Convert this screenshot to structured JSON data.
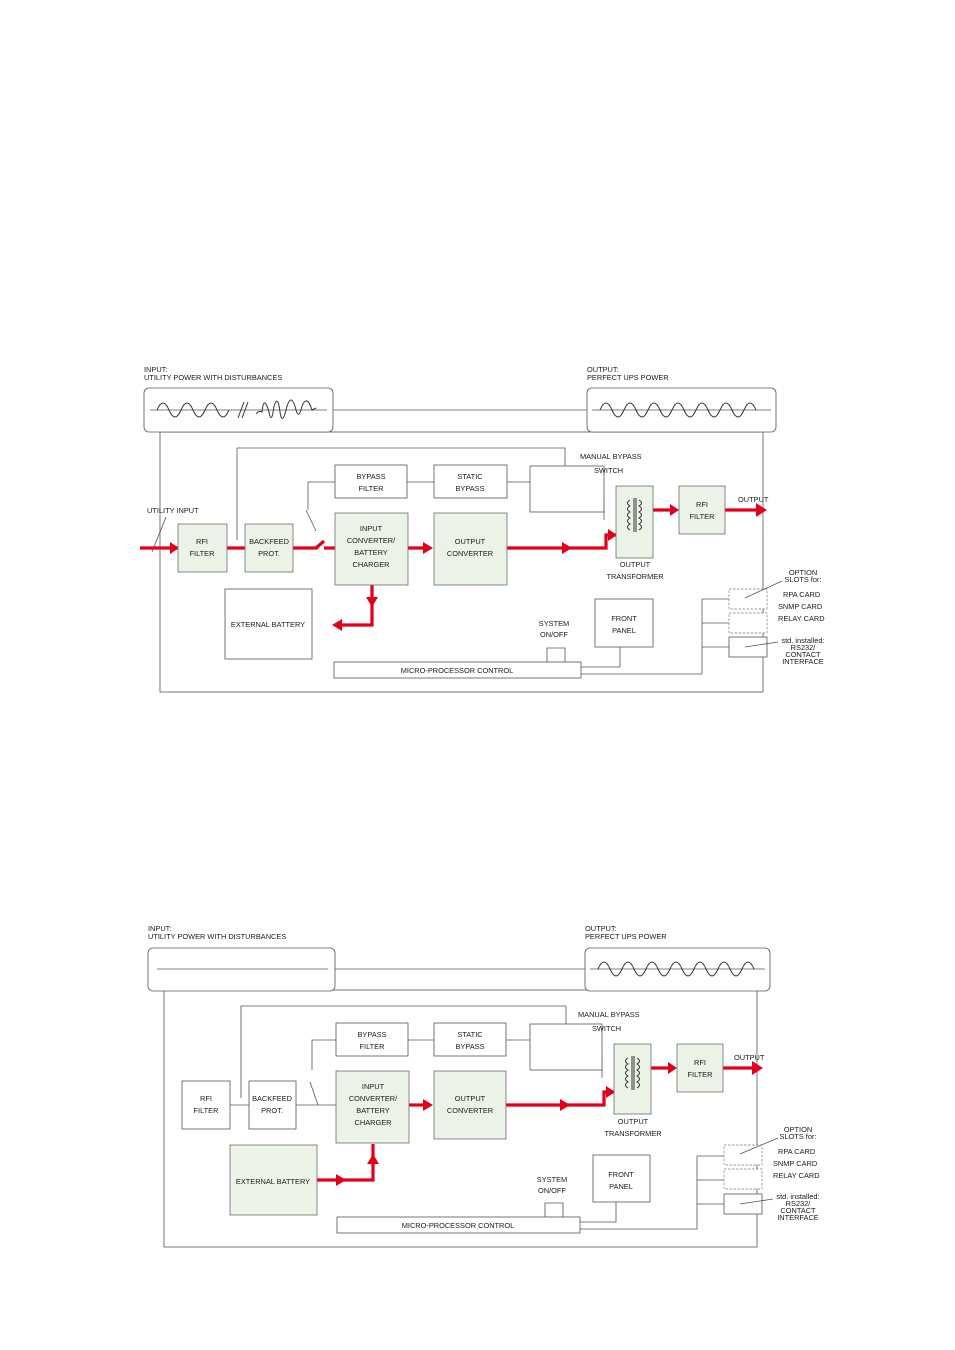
{
  "colors": {
    "power_flow": "#e2001a",
    "block_fill": "#eaf3e6",
    "line": "#555555"
  },
  "diagrams": [
    {
      "mode": "normal",
      "input_title": "INPUT:",
      "input_subtitle": "UTILITY POWER WITH DISTURBANCES",
      "output_title": "OUTPUT:",
      "output_subtitle": "PERFECT UPS POWER",
      "utility_input": "UTILITY INPUT",
      "rfi_filter_in": [
        "RFI",
        "FILTER"
      ],
      "backfeed": [
        "BACKFEED",
        "PROT."
      ],
      "input_converter": [
        "INPUT",
        "CONVERTER/",
        "BATTERY",
        "CHARGER"
      ],
      "output_converter": [
        "OUTPUT",
        "CONVERTER"
      ],
      "bypass_filter": [
        "BYPASS",
        "FILTER"
      ],
      "static_bypass": [
        "STATIC",
        "BYPASS"
      ],
      "manual_bypass": [
        "MANUAL BYPASS",
        "SWITCH"
      ],
      "output_transformer": [
        "OUTPUT",
        "TRANSFORMER"
      ],
      "rfi_filter_out": [
        "RFI",
        "FILTER"
      ],
      "output": "OUTPUT",
      "external_battery": "EXTERNAL BATTERY",
      "system_onoff": [
        "SYSTEM",
        "ON/OFF"
      ],
      "front_panel": [
        "FRONT",
        "PANEL"
      ],
      "micro_control": "MICRO-PROCESSOR CONTROL",
      "option_slots": [
        "OPTION",
        "SLOTS for:"
      ],
      "rpa_card": "RPA CARD",
      "snmp_card": "SNMP CARD",
      "relay_card": "RELAY CARD",
      "std_installed": [
        "std. installed:",
        "RS232/",
        "CONTACT",
        "INTERFACE"
      ]
    },
    {
      "mode": "battery",
      "input_title": "INPUT:",
      "input_subtitle": "UTILITY POWER WITH DISTURBANCES",
      "output_title": "OUTPUT:",
      "output_subtitle": "PERFECT UPS POWER",
      "rfi_filter_in": [
        "RFI",
        "FILTER"
      ],
      "backfeed": [
        "BACKFEED",
        "PROT."
      ],
      "input_converter": [
        "INPUT",
        "CONVERTER/",
        "BATTERY",
        "CHARGER"
      ],
      "output_converter": [
        "OUTPUT",
        "CONVERTER"
      ],
      "bypass_filter": [
        "BYPASS",
        "FILTER"
      ],
      "static_bypass": [
        "STATIC",
        "BYPASS"
      ],
      "manual_bypass": [
        "MANUAL BYPASS",
        "SWITCH"
      ],
      "output_transformer": [
        "OUTPUT",
        "TRANSFORMER"
      ],
      "rfi_filter_out": [
        "RFI",
        "FILTER"
      ],
      "output": "OUTPUT",
      "external_battery": "EXTERNAL BATTERY",
      "system_onoff": [
        "SYSTEM",
        "ON/OFF"
      ],
      "front_panel": [
        "FRONT",
        "PANEL"
      ],
      "micro_control": "MICRO-PROCESSOR CONTROL",
      "option_slots": [
        "OPTION",
        "SLOTS for:"
      ],
      "rpa_card": "RPA CARD",
      "snmp_card": "SNMP CARD",
      "relay_card": "RELAY CARD",
      "std_installed": [
        "std. installed:",
        "RS232/",
        "CONTACT",
        "INTERFACE"
      ]
    }
  ]
}
